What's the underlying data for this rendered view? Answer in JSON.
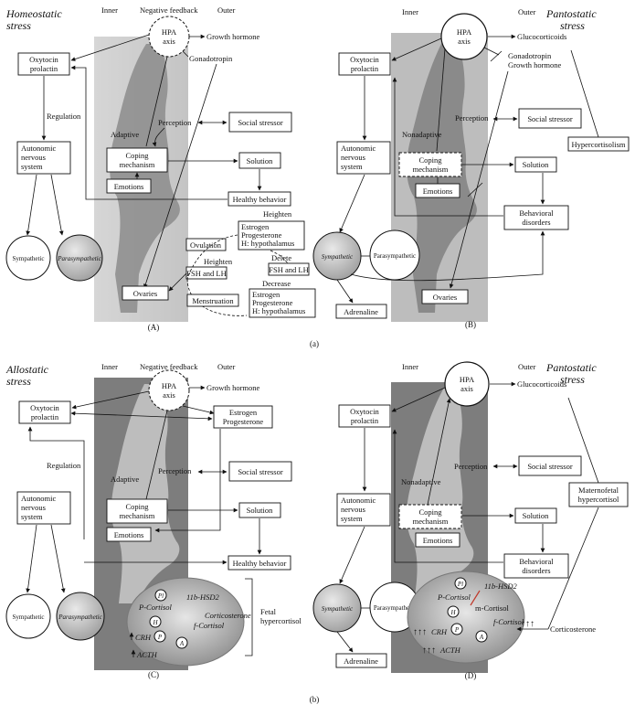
{
  "caption_a": "(a)",
  "caption_b": "(b)",
  "panels": {
    "A": {
      "title_line1": "Homeostatic",
      "title_line2": "stress",
      "inner": "Inner",
      "negative_feedback": "Negative feedback",
      "outer": "Outer",
      "hpa_line1": "HPA",
      "hpa_line2": "axis",
      "growth_hormone": "Growth hormone",
      "gonadotropin": "Gonadotropin",
      "oxytocin_line1": "Oxytocin",
      "oxytocin_line2": "prolactin",
      "regulation": "Regulation",
      "autonomic_line1": "Autonomic",
      "autonomic_line2": "nervous",
      "autonomic_line3": "system",
      "adaptive": "Adaptive",
      "perception": "Perception",
      "social_stressor": "Social stressor",
      "coping_line1": "Coping",
      "coping_line2": "mechanism",
      "solution": "Solution",
      "emotions": "Emotions",
      "healthy_behavior": "Healthy behavior",
      "sympathetic": "Sympathetic",
      "parasympathetic": "Parasympathetic",
      "heighten_top": "Heighten",
      "estrogen_top_1": "Estrogen",
      "estrogen_top_2": "Progesterone",
      "estrogen_top_3": "H: hypothalamus",
      "ovulation": "Ovulation",
      "delete": "Delete",
      "heighten_mid": "Heighten",
      "fsh_lh_1": "FSH and LH",
      "fsh_lh_2": "FSH and LH",
      "decrease": "Decrease",
      "ovaries": "Ovaries",
      "menstruation": "Menstruation",
      "estrogen_bot_1": "Estrogen",
      "estrogen_bot_2": "Progesterone",
      "estrogen_bot_3": "H: hypothalamus",
      "label": "(A)"
    },
    "B": {
      "title_line1": "Pantostatic",
      "title_line2": "stress",
      "inner": "Inner",
      "outer": "Outer",
      "hpa_line1": "HPA",
      "hpa_line2": "axis",
      "glucocorticoids": "Glucocorticoids",
      "gonadotropin": "Gonadotropin",
      "growth_hormone": "Growth hormone",
      "oxytocin_line1": "Oxytocin",
      "oxytocin_line2": "prolactin",
      "nonadaptive": "Nonadaptive",
      "perception": "Perception",
      "social_stressor": "Social stressor",
      "autonomic_line1": "Autonomic",
      "autonomic_line2": "nervous",
      "autonomic_line3": "system",
      "hypercortisolism": "Hypercortisolism",
      "coping_line1": "Coping",
      "coping_line2": "mechanism",
      "solution": "Solution",
      "emotions": "Emotions",
      "behavioral_line1": "Behavioral",
      "behavioral_line2": "disorders",
      "sympathetic": "Sympathetic",
      "parasympathetic": "Parasympathetic",
      "ovaries": "Ovaries",
      "adrenaline": "Adrenaline",
      "label": "(B)"
    },
    "C": {
      "title_line1": "Allostatic",
      "title_line2": "stress",
      "inner": "Inner",
      "negative_feedback": "Negative feedback",
      "outer": "Outer",
      "hpa_line1": "HPA",
      "hpa_line2": "axis",
      "growth_hormone": "Growth hormone",
      "oxytocin_line1": "Oxytocin",
      "oxytocin_line2": "prolactin",
      "estrogen_1": "Estrogen",
      "estrogen_2": "Progesterone",
      "regulation": "Regulation",
      "adaptive": "Adaptive",
      "perception": "Perception",
      "social_stressor": "Social stressor",
      "autonomic_line1": "Autonomic",
      "autonomic_line2": "nervous",
      "autonomic_line3": "system",
      "coping_line1": "Coping",
      "coping_line2": "mechanism",
      "solution": "Solution",
      "emotions": "Emotions",
      "healthy_behavior": "Healthy behavior",
      "sympathetic": "Sympathetic",
      "parasympathetic": "Parasympathetic",
      "pl": "Pl",
      "hsd2": "11b-HSD2",
      "p_cortisol": "P-Cortisol",
      "corticosterone": "Corticosterone",
      "f_cortisol": "f-Cortisol",
      "h": "H",
      "p": "P",
      "a": "A",
      "crh": "CRH",
      "acth": "ACTH",
      "fetal_1": "Fetal",
      "fetal_2": "hypercortisol",
      "label": "(C)"
    },
    "D": {
      "title_line1": "Pantostatic",
      "title_line2": "stress",
      "inner": "Inner",
      "outer": "Outer",
      "hpa_line1": "HPA",
      "hpa_line2": "axis",
      "glucocorticoids": "Glucocorticoids",
      "oxytocin_line1": "Oxytocin",
      "oxytocin_line2": "prolactin",
      "nonadaptive": "Nonadaptive",
      "perception": "Perception",
      "social_stressor": "Social stressor",
      "autonomic_line1": "Autonomic",
      "autonomic_line2": "nervous",
      "autonomic_line3": "system",
      "maternofetal_1": "Maternofetal",
      "maternofetal_2": "hypercortisol",
      "coping_line1": "Coping",
      "coping_line2": "mechanism",
      "solution": "Solution",
      "emotions": "Emotions",
      "behavioral_line1": "Behavioral",
      "behavioral_line2": "disorders",
      "sympathetic": "Sympathetic",
      "parasympathetic": "Parasympathetic",
      "pl": "Pl",
      "hsd2": "11b-HSD2",
      "p_cortisol": "P-Cortisol",
      "m_cortisol": "m-Cortisol",
      "corticosterone": "Corticosterone",
      "f_cortisol": "f-Cortisol",
      "h": "H",
      "p": "P",
      "a": "A",
      "crh": "CRH",
      "acth": "ACTH",
      "adrenaline": "Adrenaline",
      "label": "(D)"
    }
  }
}
